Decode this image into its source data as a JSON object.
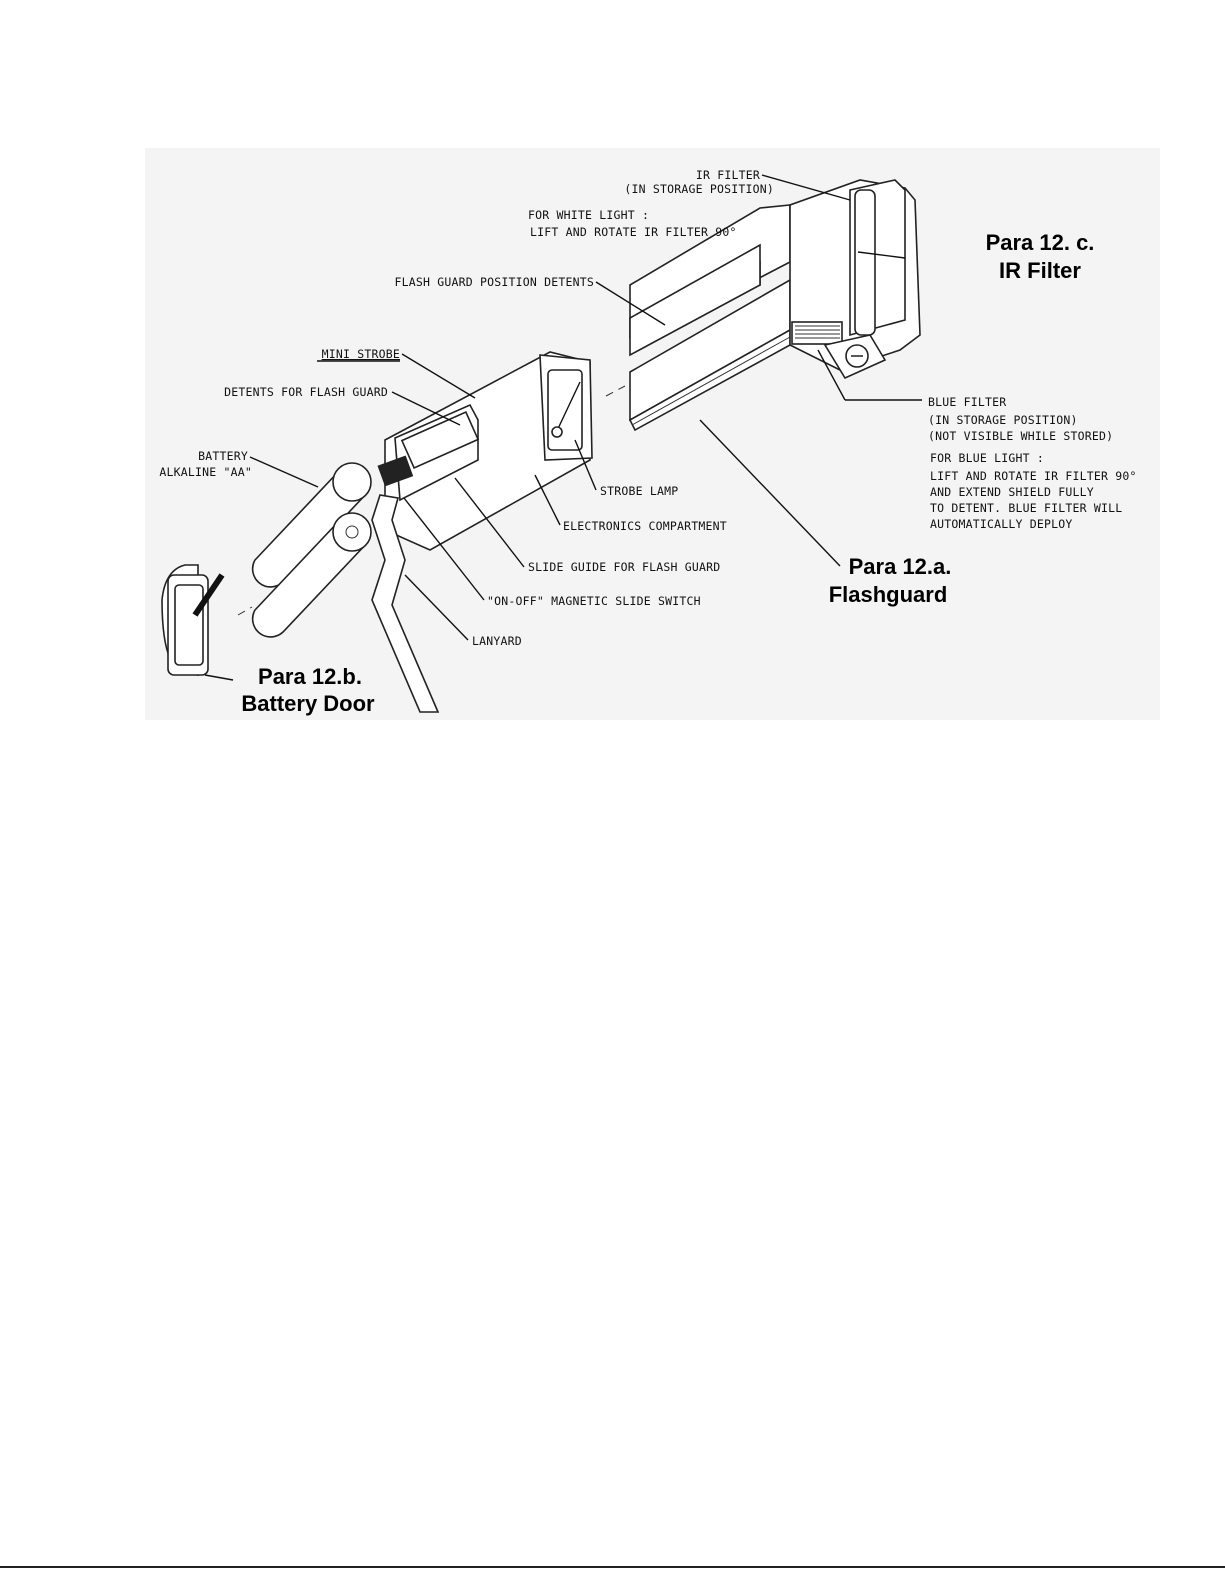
{
  "callouts": {
    "ir_filter": [
      "IR FILTER",
      "(IN STORAGE POSITION)"
    ],
    "white_light": [
      "FOR WHITE LIGHT :",
      "LIFT AND ROTATE IR FILTER 90°"
    ],
    "flash_guard_detents": "FLASH GUARD POSITION DETENTS",
    "mini_strobe": "MINI STROBE",
    "detents_flash_guard": "DETENTS FOR FLASH GUARD",
    "battery": [
      "BATTERY",
      "ALKALINE \"AA\""
    ],
    "strobe_lamp": "STROBE LAMP",
    "electronics": "ELECTRONICS COMPARTMENT",
    "slide_guide": "SLIDE GUIDE FOR FLASH GUARD",
    "switch": "\"ON-OFF\" MAGNETIC SLIDE SWITCH",
    "lanyard": "LANYARD",
    "blue_filter": [
      "BLUE FILTER",
      "(IN STORAGE POSITION)",
      "(NOT VISIBLE WHILE STORED)"
    ],
    "blue_light": [
      "FOR BLUE LIGHT :",
      "LIFT AND ROTATE IR FILTER 90°",
      "AND EXTEND SHIELD FULLY",
      "TO DETENT. BLUE FILTER WILL",
      "AUTOMATICALLY DEPLOY"
    ]
  },
  "para_labels": {
    "ir": [
      "Para 12. c.",
      "IR Filter"
    ],
    "flashguard": [
      "Para 12.a.",
      "Flashguard"
    ],
    "battery_door": [
      "Para 12.b.",
      "Battery Door"
    ]
  }
}
